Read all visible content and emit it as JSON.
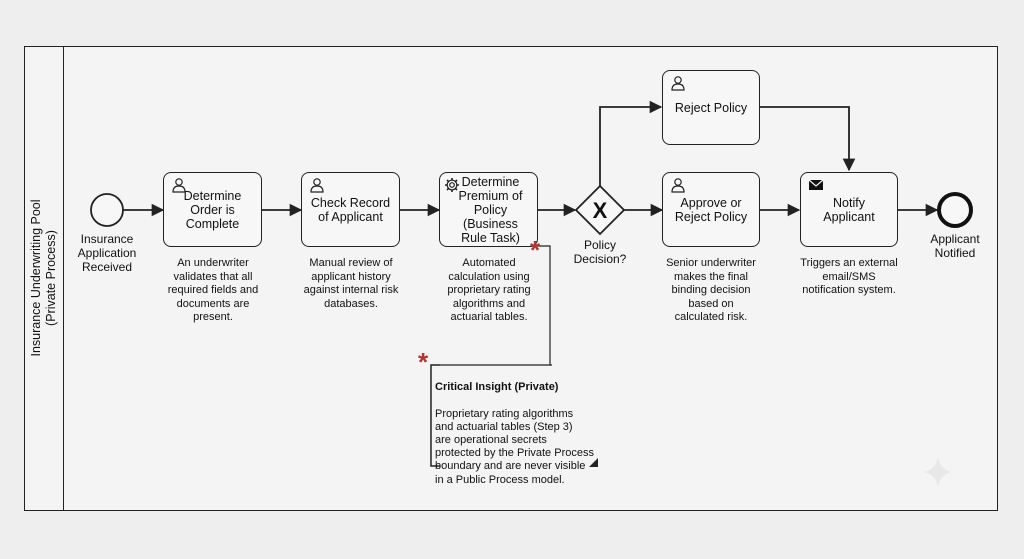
{
  "pool": {
    "label": "Insurance Underwriting Pool\n(Private Process)"
  },
  "start_event": {
    "label": "Insurance\nApplication\nReceived"
  },
  "end_event": {
    "label": "Applicant\nNotified"
  },
  "gateway": {
    "label": "Policy\nDecision?",
    "symbol": "X"
  },
  "tasks": [
    {
      "label": "Determine\nOrder is\nComplete",
      "icon": "user-icon",
      "description": "An underwriter\nvalidates that all\nrequired fields and\ndocuments are\npresent."
    },
    {
      "label": "Check Record\nof Applicant",
      "icon": "user-icon",
      "description": "Manual review of\napplicant history\nagainst internal risk\ndatabases."
    },
    {
      "label": "Determine\nPremium of\nPolicy (Business\nRule Task)",
      "icon": "gear-icon",
      "description": "Automated\ncalculation using\nproprietary rating\nalgorithms and\nactuarial tables."
    },
    {
      "label": "Reject Policy",
      "icon": "user-icon",
      "description": ""
    },
    {
      "label": "Approve or\nReject Policy",
      "icon": "user-icon",
      "description": "Senior underwriter\nmakes the final\nbinding decision\nbased on\ncalculated risk."
    },
    {
      "label": "Notify Applicant",
      "icon": "envelope-icon",
      "description": "Triggers an external\nemail/SMS\nnotification system."
    }
  ],
  "annotation": {
    "title": "Critical Insight (Private)",
    "body": "Proprietary rating algorithms\nand actuarial tables (Step 3)\nare operational secrets\nprotected by the Private Process\nboundary and are never visible\nin a Public Process model."
  },
  "colors": {
    "accent": "#b33333",
    "stroke": "#222222",
    "background": "#eeeeee"
  }
}
